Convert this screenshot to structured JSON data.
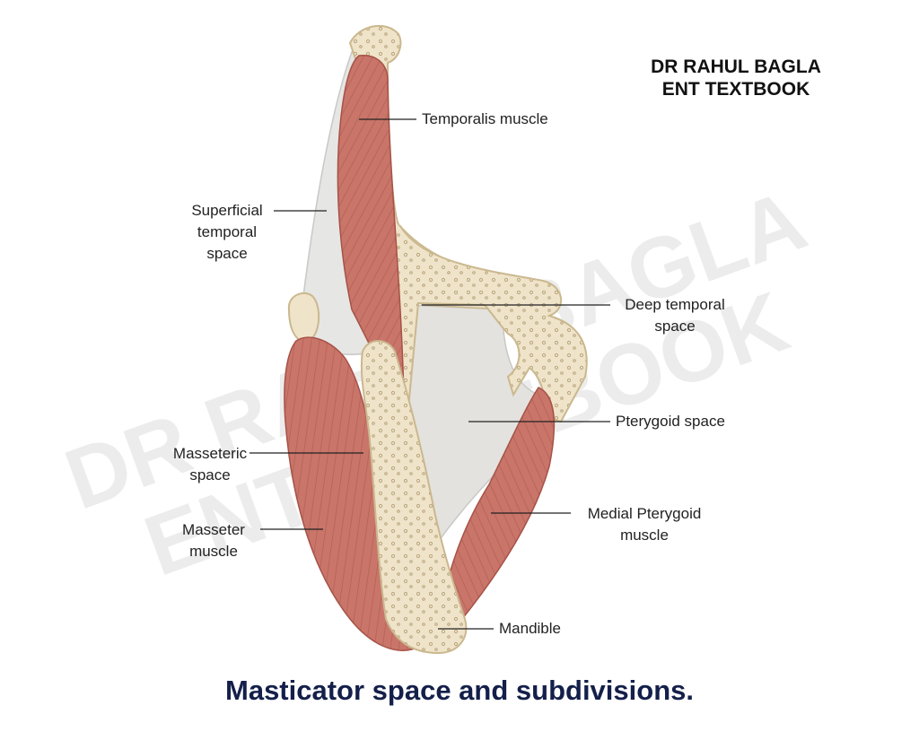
{
  "brand": {
    "line1": "DR RAHUL BAGLA",
    "line2": "ENT TEXTBOOK"
  },
  "watermark": {
    "line1": "DR RAHUL BAGLA",
    "line2": "ENT TEXTBOOK"
  },
  "caption": "Masticator space and subdivisions.",
  "labels": {
    "temporalis": [
      "Temporalis muscle"
    ],
    "superficial_temporal_space": [
      "Superficial",
      "temporal",
      "space"
    ],
    "deep_temporal_space": [
      "Deep temporal",
      "space"
    ],
    "pterygoid_space": [
      "Pterygoid space"
    ],
    "masseteric_space": [
      "Masseteric",
      "space"
    ],
    "masseter_muscle": [
      "Masseter",
      "muscle"
    ],
    "medial_pterygoid_muscle": [
      "Medial Pterygoid",
      "muscle"
    ],
    "mandible": [
      "Mandible"
    ]
  },
  "colors": {
    "muscle": "#c9756a",
    "muscle_dark": "#a65247",
    "bone": "#efe4c9",
    "bone_outline": "#cbb88f",
    "space": "#e6e6e4",
    "leader": "#222222",
    "caption": "#14204a"
  }
}
